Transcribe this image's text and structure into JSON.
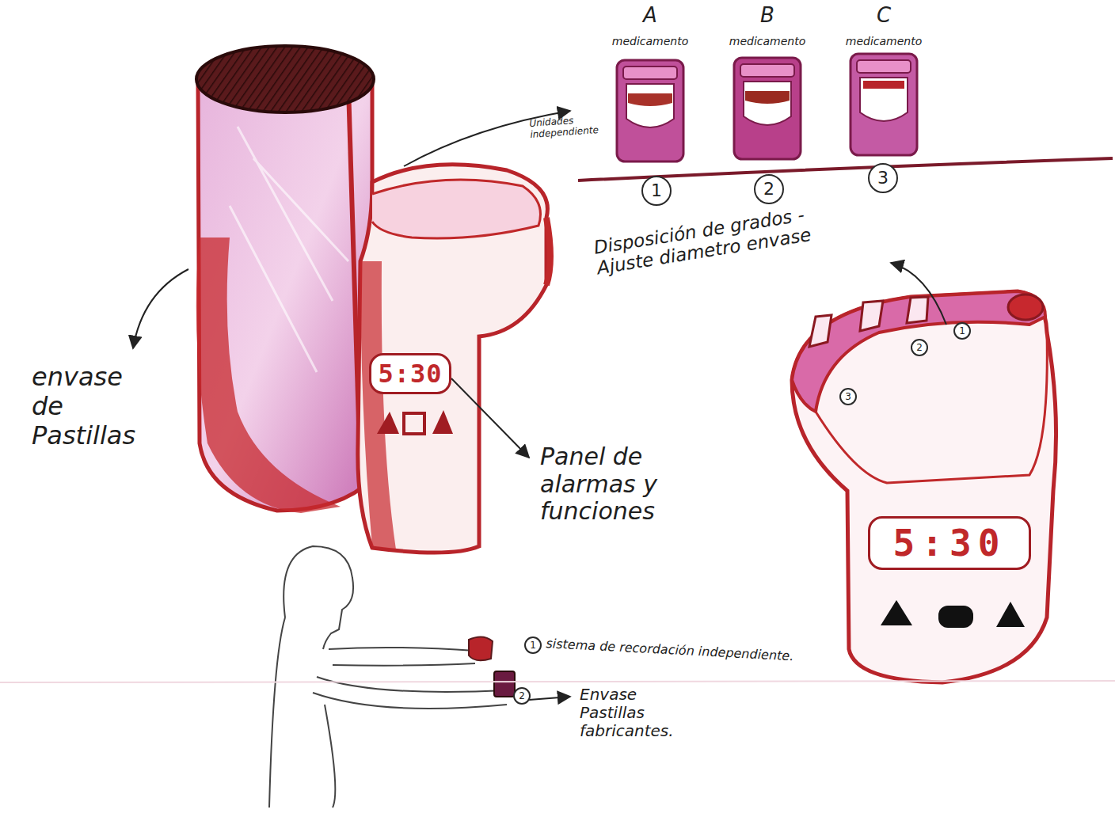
{
  "diagram": {
    "nodes": [
      {
        "text": [
          "A",
          "medicamento"
        ]
      },
      {
        "text": [
          "B",
          "medicamento"
        ]
      },
      {
        "text": [
          "C",
          "medicamento"
        ]
      },
      {
        "text": [
          "1"
        ]
      },
      {
        "text": [
          "2"
        ]
      },
      {
        "text": [
          "3"
        ]
      },
      {
        "text": [
          "1"
        ]
      },
      {
        "text": [
          "2"
        ]
      },
      {
        "text": [
          "3"
        ]
      },
      {
        "text": [
          "5:30"
        ]
      },
      {
        "text": [
          "5:30"
        ]
      },
      {
        "text": [
          "1"
        ]
      },
      {
        "text": [
          "2"
        ]
      }
    ],
    "labels": [
      "Unidades independiente",
      "envase de Pastillas",
      "Panel de alarmas y funciones",
      "Disposición de grados - Ajuste diametro envase",
      "sistema de recordación independiente.",
      "Envase Pastillas fabricantes."
    ]
  }
}
